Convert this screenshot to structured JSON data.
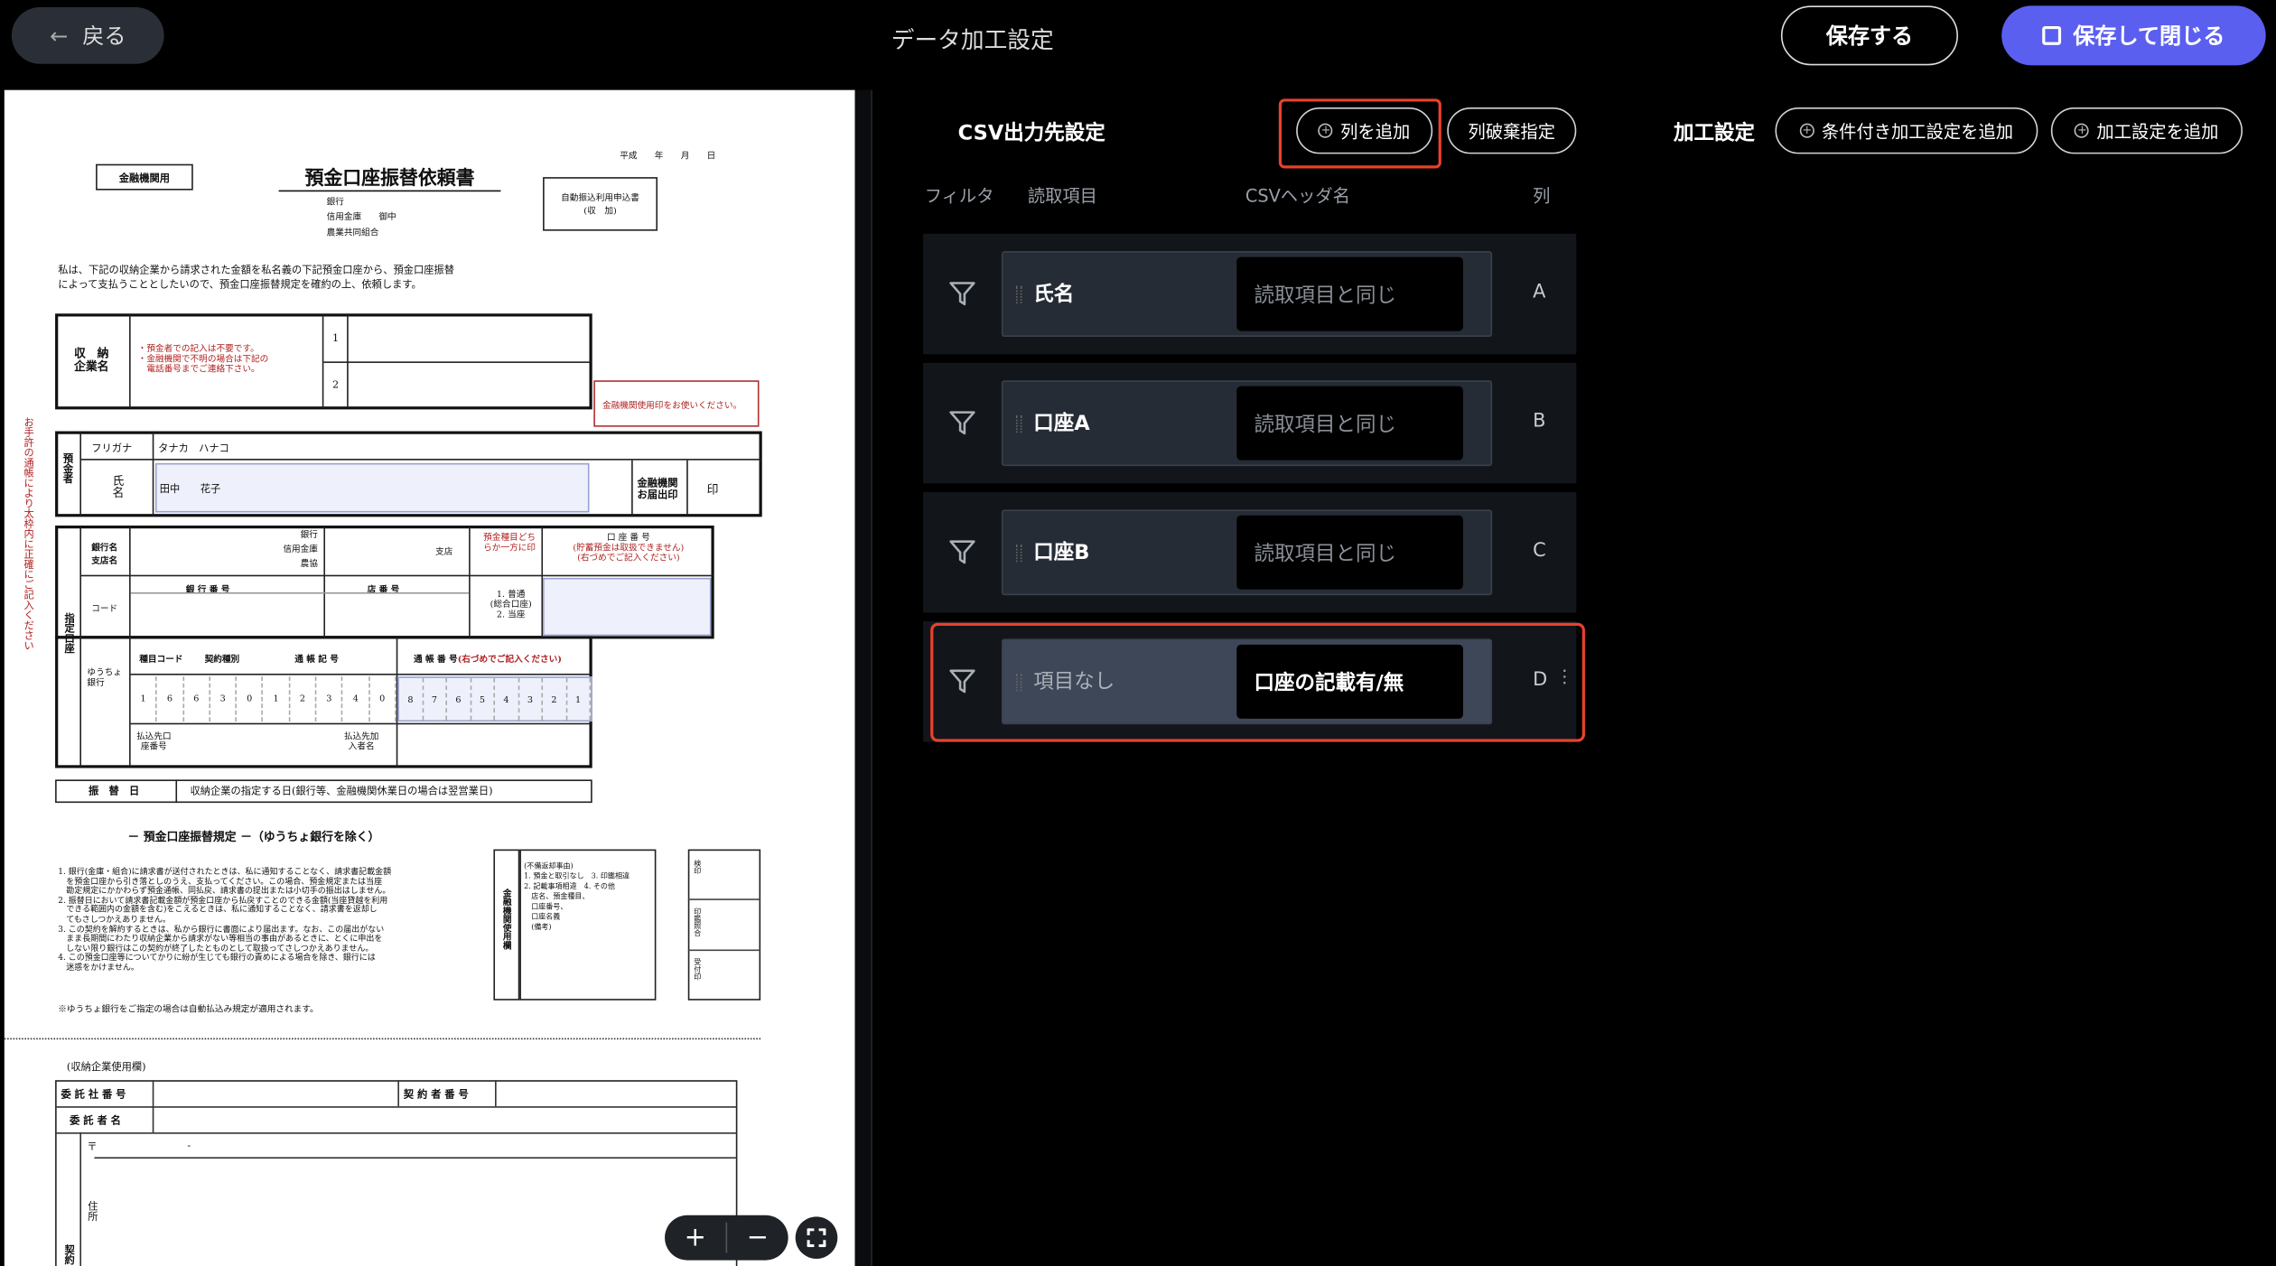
{
  "header": {
    "back_label": "戻る",
    "title": "データ加工設定",
    "save_label": "保存する",
    "save_close_label": "保存して閉じる"
  },
  "csv_panel": {
    "title": "CSV出力先設定",
    "add_column_label": "列を追加",
    "discard_label": "列破棄指定",
    "processing_title": "加工設定",
    "add_conditional_label": "条件付き加工設定を追加",
    "add_processing_label": "加工設定を追加",
    "headers": {
      "filter": "フィルタ",
      "read_item": "読取項目",
      "csv_header": "CSVヘッダ名",
      "column": "列"
    },
    "rows": [
      {
        "read_item": "氏名",
        "header_placeholder": "読取項目と同じ",
        "header_value": "",
        "column": "A"
      },
      {
        "read_item": "口座A",
        "header_placeholder": "読取項目と同じ",
        "header_value": "",
        "column": "B"
      },
      {
        "read_item": "口座B",
        "header_placeholder": "読取項目と同じ",
        "header_value": "",
        "column": "C"
      },
      {
        "read_item": "項目なし",
        "header_placeholder": "",
        "header_value": "口座の記載有/無",
        "column": "D"
      }
    ],
    "highlight_color": "#e8412c"
  },
  "document": {
    "date_line": "平成　　年　　月　　日",
    "for_bank": "金融機関用",
    "title": "預金口座振替依頼書",
    "bank_lines": [
      "銀行",
      "信用金庫　　御中",
      "農業共同組合"
    ],
    "auto_box": [
      "自動振込利用申込書",
      "(収　加)"
    ],
    "intro": [
      "私は、下記の収納企業から請求された金額を私名義の下記預金口座から、預金口座振替",
      "によって支払うこととしたいので、預金口座振替規定を確約の上、依頼します。"
    ],
    "company_label": "収　納\n企業名",
    "company_notes": [
      "・預金者での記入は不要です。",
      "・金融機関で不明の場合は下記の",
      "　電話番号までご連絡下さい。"
    ],
    "line_nums": [
      "1",
      "2"
    ],
    "seal_note": "金融機関使用印をお使いください。",
    "side_note": "お手許の通帳により太枠内に正確にご記入ください",
    "depositor": "預金者",
    "furigana_label": "フリガナ",
    "furigana": "タナカ　ハナコ",
    "name_label": "氏名",
    "name": "田中　　花子",
    "bank_seal_label": "金融機関お届出印",
    "seal": "印",
    "account_label": "指定口座",
    "bank_branch_label": "銀行名支店名",
    "bank_types": [
      "銀行",
      "信用金庫",
      "農協"
    ],
    "branch": "支店",
    "deposit_type_label": "預金種目どちらか一方に印",
    "account_no_label": "口 座 番 号",
    "account_no_note": [
      "(貯蓄預金は取扱できません)",
      "(右づめでご記入ください)"
    ],
    "code_label": "コード",
    "bank_no_label": "銀 行 番 号",
    "branch_no_label": "店 番 号",
    "deposit_types": [
      "1. 普通",
      "(総合口座)",
      "2. 当座"
    ],
    "yucho_label": "ゆうちょ銀行",
    "kind_code": "種目コード",
    "contract_type": "契約種別",
    "passbook_symbol": "通 帳 記 号",
    "passbook_no": "通 帳 番 号",
    "passbook_note": "(右づめでご記入ください)",
    "symbol_digits": [
      "1",
      "6",
      "6",
      "3",
      "0",
      "1",
      "2",
      "3",
      "4",
      "0"
    ],
    "number_digits": [
      "8",
      "7",
      "6",
      "5",
      "4",
      "3",
      "2",
      "1"
    ],
    "transfer_acct": "払込先口座番号",
    "transfer_name": "払込先加入者名",
    "transfer_day_label": "振　替　日",
    "transfer_day": "収納企業の指定する日(銀行等、金融機関休業日の場合は翌営業日)",
    "rules_title": "－ 預金口座振替規定 －（ゆうちょ銀行を除く）",
    "rules": [
      "1. 銀行(金庫・組合)に請求書が送付されたときは、私に通知することなく、請求書記載金額",
      "　を預金口座から引き落としのうえ、支払ってください。この場合、預金規定または当座",
      "　勘定規定にかかわらず預金通帳、同払戻、請求書の提出または小切手の振出はしません。",
      "2. 振替日において請求書記載金額が預金口座から払戻すことのできる金額(当座貸越を利用",
      "　できる範囲内の金額を含む)をこえるときは、私に通知することなく、請求書を返却し",
      "　てもさしつかえありません。",
      "3. この契約を解約するときは、私から銀行に書面により届出ます。なお、この届出がない",
      "　まま長期間にわたり収納企業から請求がない等相当の事由があるときに、とくに申出を",
      "　しない限り銀行はこの契約が終了したとものとして取扱ってさしつかえありません。",
      "4. この預金口座等についてかりに紛が生じても銀行の責めによる場合を除き、銀行には",
      "　迷惑をかけません。"
    ],
    "bank_use": "金融機関使用欄",
    "return_reasons": [
      "(不備返却事由)",
      "1. 預金と取引なし　3. 印鑑相違",
      "2. 記載事項相違　4. その他",
      "　店名、預金種目、",
      "　口座番号、",
      "　口座名義",
      "　(備考)"
    ],
    "stamps": [
      "検印",
      "印鑑照合",
      "受付印"
    ],
    "yucho_note": "※ゆうちょ銀行をご指定の場合は自動払込み規定が適用されます。",
    "company_use": "(収納企業使用欄)",
    "consignor_no": "委 託 社 番 号",
    "contractor_no": "契 約 者 番 号",
    "consignor_name": "委 託 者 名",
    "postal": "〒",
    "dash": "-",
    "address": "住所",
    "contractor": "契約"
  },
  "viewer": {
    "zoom_in": "+",
    "zoom_out": "−"
  },
  "colors": {
    "primary": "#5b5ff0",
    "background": "#000000",
    "row": "#12161b",
    "highlight": "#e8412c"
  }
}
